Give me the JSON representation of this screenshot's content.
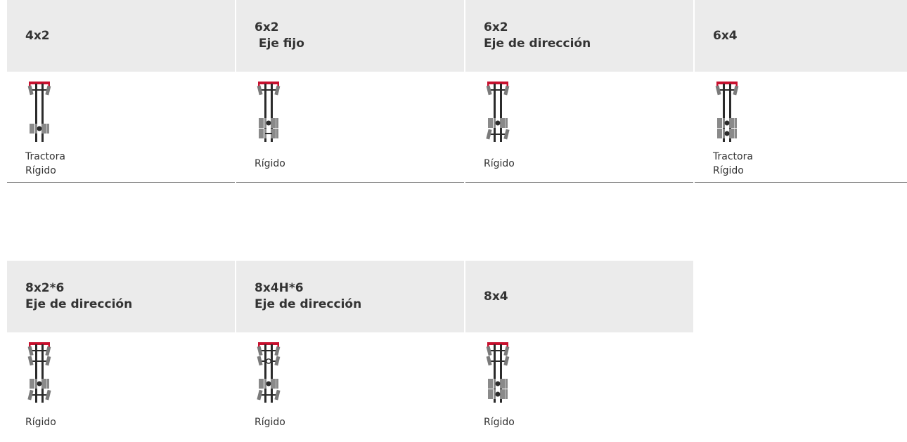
{
  "cards": [
    {
      "title": "4x2",
      "desc": "Tractora\nRígido",
      "icon": "truck-4x2-axle-diagram-icon"
    },
    {
      "title": "6x2\n Eje fijo",
      "desc": "Rígido",
      "icon": "truck-6x2-fixed-axle-diagram-icon"
    },
    {
      "title": "6x2\nEje de dirección",
      "desc": "Rígido",
      "icon": "truck-6x2-steer-axle-diagram-icon"
    },
    {
      "title": "6x4",
      "desc": "Tractora\nRígido",
      "icon": "truck-6x4-axle-diagram-icon"
    },
    {
      "title": "8x2*6\nEje de dirección",
      "desc": "Rígido",
      "icon": "truck-8x2-steer-axle-diagram-icon"
    },
    {
      "title": "8x4H*6\nEje de dirección",
      "desc": "Rígido",
      "icon": "truck-8x4h-steer-axle-diagram-icon"
    },
    {
      "title": "8x4",
      "desc": "Rígido",
      "icon": "truck-8x4-axle-diagram-icon"
    }
  ],
  "colors": {
    "header_bg": "#ebebeb",
    "accent_red": "#c8102e",
    "chassis": "#2b2b2b",
    "tire": "#8a8a8a"
  }
}
